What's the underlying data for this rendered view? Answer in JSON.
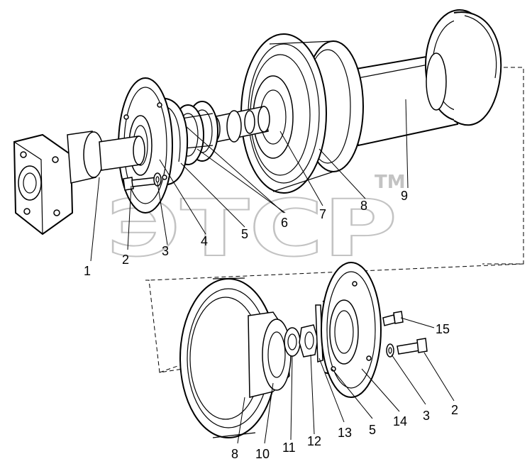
{
  "watermark": {
    "text": "ЭТСР",
    "tm": "TM"
  },
  "callouts": {
    "top": [
      "1",
      "2",
      "3",
      "4",
      "5",
      "6",
      "7",
      "8",
      "9"
    ],
    "bottom": [
      "8",
      "10",
      "11",
      "12",
      "13",
      "5",
      "14",
      "3",
      "2",
      "15"
    ]
  }
}
